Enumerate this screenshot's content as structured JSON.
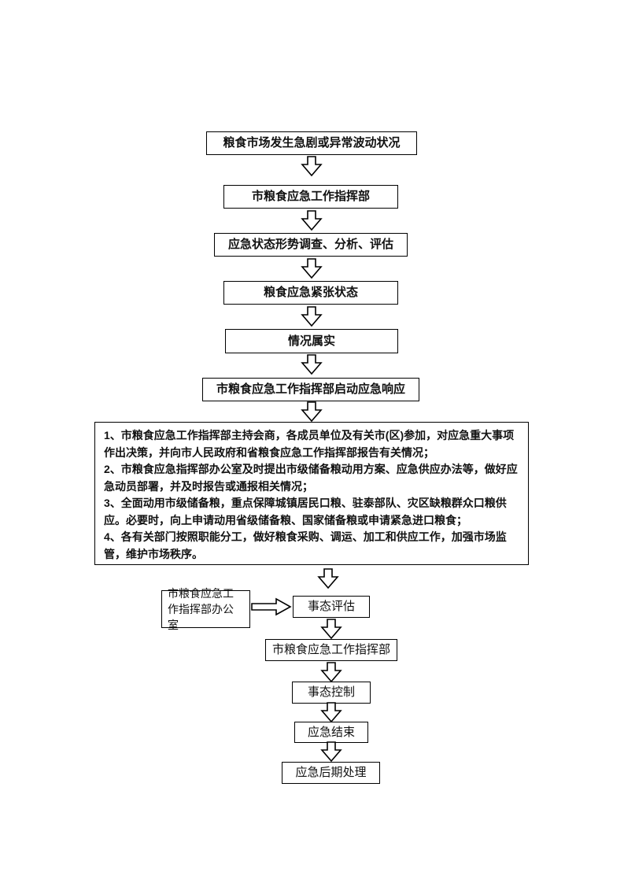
{
  "page": {
    "background_color": "#ffffff",
    "box_border_color": "#000000",
    "text_color": "#111111"
  },
  "flowchart": {
    "main_nodes": [
      {
        "label": "粮食市场发生急剧或异常波动状况"
      },
      {
        "label": "市粮食应急工作指挥部"
      },
      {
        "label": "应急状态形势调查、分析、评估"
      },
      {
        "label": "粮食应急紧张状态"
      },
      {
        "label": "情况属实"
      },
      {
        "label": "市粮食应急工作指挥部启动应急响应"
      }
    ],
    "measures_box": {
      "items": [
        "1、市粮食应急工作指挥部主持会商，各成员单位及有关市(区)参加，对应急重大事项作出决策，并向市人民政府和省粮食应急工作指挥部报告有关情况；",
        "2、市粮食应急指挥部办公室及时提出市级储备粮动用方案、应急供应办法等，做好应急动员部署，并及时报告或通报相关情况；",
        "3、全面动用市级储备粮，重点保障城镇居民口粮、驻泰部队、灾区缺粮群众口粮供应。必要时，向上申请动用省级储备粮、国家储备粮或申请紧急进口粮食；",
        "4、各有关部门按照职能分工，做好粮食采购、调运、加工和供应工作，加强市场监管，维护市场秩序。"
      ]
    },
    "side_node": {
      "label": "市粮食应急工作指挥部办公室"
    },
    "lower_nodes": [
      {
        "label": "事态评估"
      },
      {
        "label": "市粮食应急工作指挥部"
      },
      {
        "label": "事态控制"
      },
      {
        "label": "应急结束"
      },
      {
        "label": "应急后期处理"
      }
    ],
    "icons": {
      "down_arrow": "down-arrow-icon",
      "right_arrow": "right-arrow-icon"
    }
  }
}
